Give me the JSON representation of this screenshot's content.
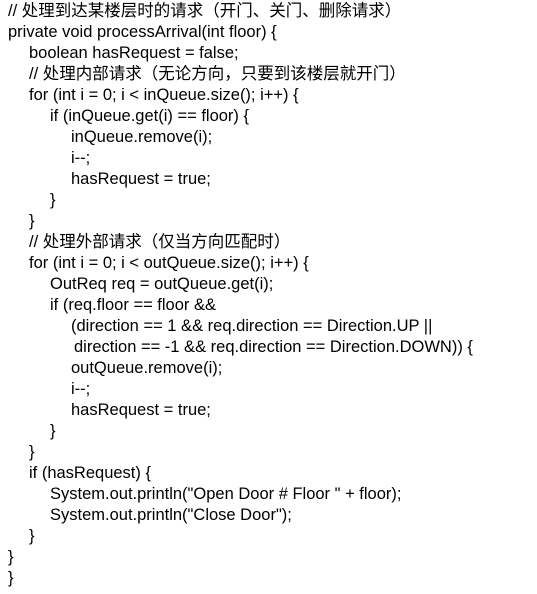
{
  "code_lines": [
    "// 处理到达某楼层时的请求（开门、关门、删除请求）",
    "private void processArrival(int floor) {",
    "boolean hasRequest = false;",
    "// 处理内部请求（无论方向，只要到该楼层就开门）",
    "for (int i = 0; i < inQueue.size(); i++) {",
    "if (inQueue.get(i) == floor) {",
    "inQueue.remove(i);",
    "i--;",
    "hasRequest = true;",
    "}",
    "}",
    "// 处理外部请求（仅当方向匹配时）",
    "for (int i = 0; i < outQueue.size(); i++) {",
    "OutReq req = outQueue.get(i);",
    "if (req.floor == floor &&",
    "(direction == 1 && req.direction == Direction.UP ||",
    "direction == -1 && req.direction == Direction.DOWN)) {",
    "outQueue.remove(i);",
    "i--;",
    "hasRequest = true;",
    "}",
    "}",
    "if (hasRequest) {",
    "System.out.println(\"Open Door # Floor \" + floor);",
    "System.out.println(\"Close Door\");",
    "}",
    "}",
    "}"
  ]
}
